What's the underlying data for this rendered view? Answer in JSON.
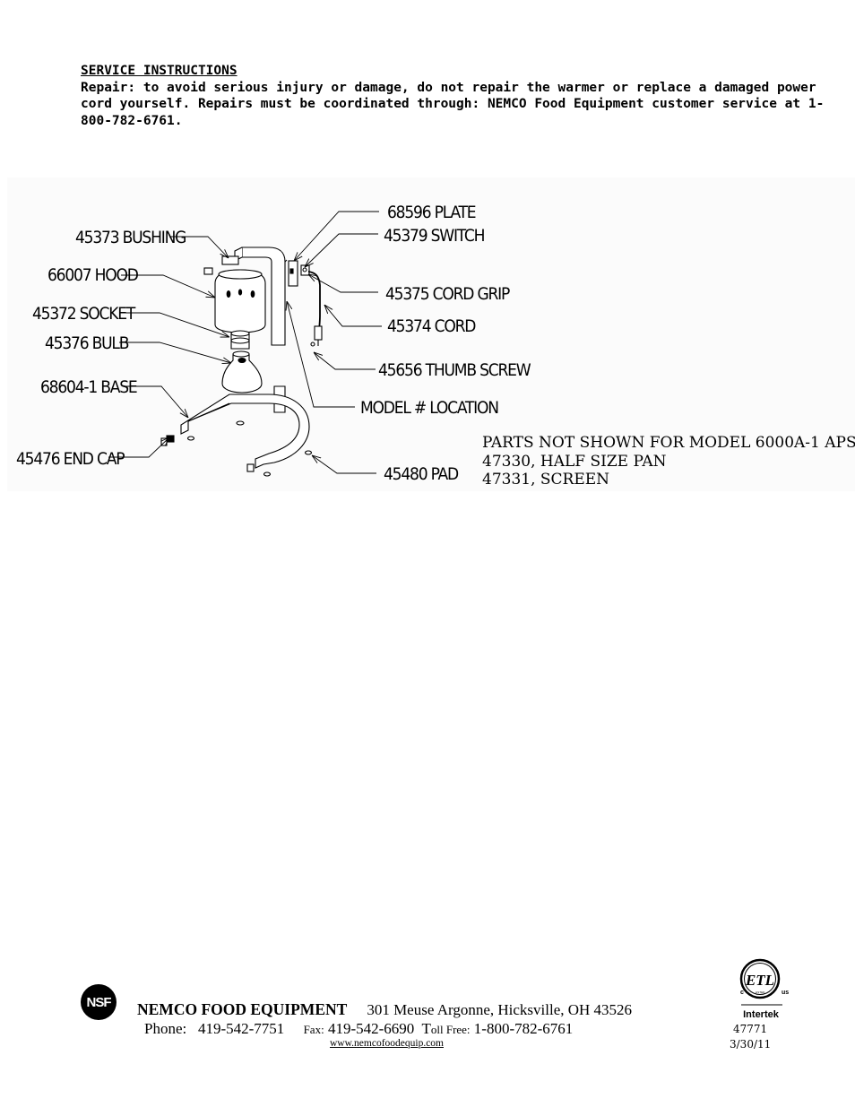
{
  "service": {
    "title": "SERVICE INSTRUCTIONS",
    "body": "Repair:  to avoid serious injury or damage, do not repair the warmer or replace a damaged power cord yourself.  Repairs must be coordinated through:  NEMCO Food Equipment customer service at 1-800-782-6761."
  },
  "parts": {
    "plate": "68596 PLATE",
    "switch": "45379 SWITCH",
    "bushing": "45373 BUSHING",
    "hood": "66007 HOOD",
    "cord_grip": "45375 CORD GRIP",
    "socket": "45372 SOCKET",
    "cord": "45374 CORD",
    "bulb": "45376 BULB",
    "thumb_screw": "45656 THUMB SCREW",
    "base": "68604-1 BASE",
    "model_location": "MODEL # LOCATION",
    "end_cap": "45476 END CAP",
    "pad": "45480 PAD"
  },
  "not_shown": {
    "heading": "PARTS NOT SHOWN FOR MODEL 6000A-1 APS",
    "items": [
      "47330, HALF SIZE PAN",
      "47331, SCREEN"
    ]
  },
  "footer": {
    "nsf_logo": "NSF",
    "company": "NEMCO FOOD EQUIPMENT",
    "address": "301 Meuse Argonne, Hicksville, OH 43526",
    "phone_label": "Phone:",
    "phone": "419-542-7751",
    "fax_label": "Fax:",
    "fax": "419-542-6690",
    "tollfree_t": "T",
    "tollfree_label": "oll Free:",
    "tollfree": "1-800-782-6761",
    "website": "www.nemcofoodequip.com",
    "cert_mark": "ETL",
    "cert_c": "c",
    "cert_us": "us",
    "cert_listed": "LISTED",
    "cert_org": "Intertek",
    "doc_number": "47771",
    "doc_date": "3/30/11"
  }
}
